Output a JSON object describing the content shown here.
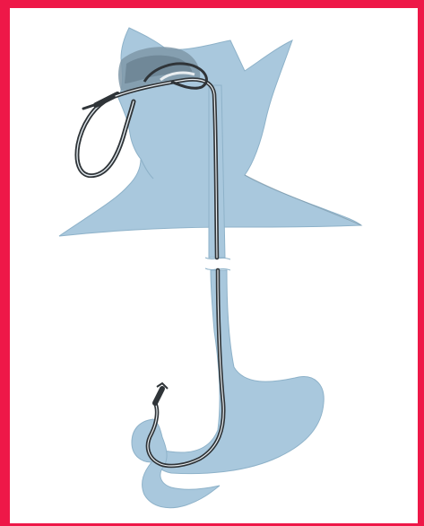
{
  "figure": {
    "subject": "nasogastric-tube-anatomy-illustration",
    "colors": {
      "frame": "#ee1848",
      "background": "#ffffff",
      "tissue": "#a9c8dd",
      "tissue_shadow": "#8eb2c9",
      "tube": "#2f3438",
      "tube_highlight": "#f4f6f7",
      "outline": "#5f6f7a"
    },
    "parts": [
      "head",
      "nasal-cavity",
      "nostril-tube-loop",
      "oesophagus",
      "section-break",
      "stomach",
      "duodenum",
      "tube-tip"
    ]
  }
}
